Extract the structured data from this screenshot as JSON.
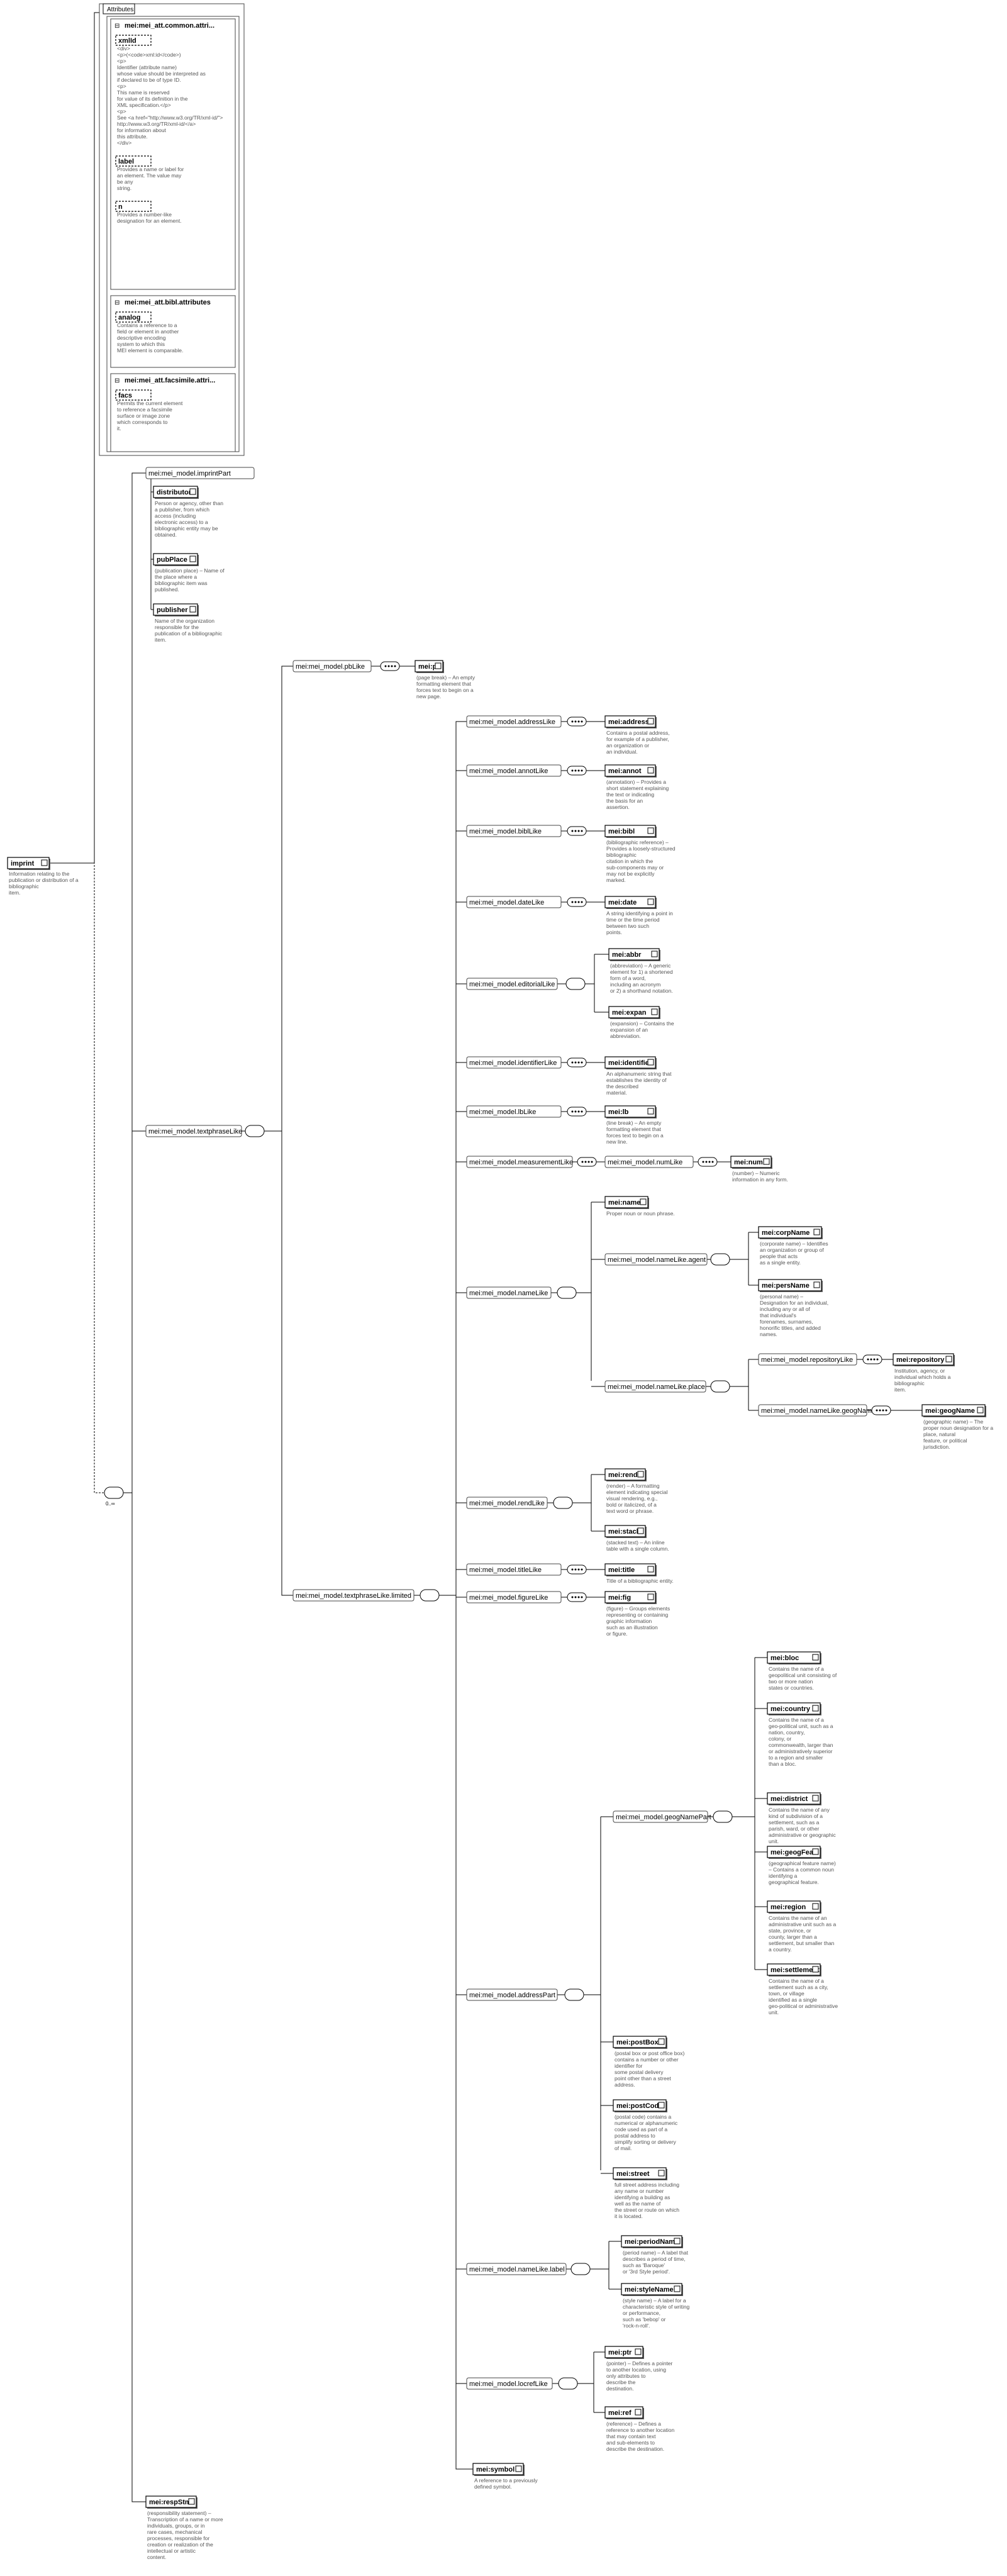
{
  "root": {
    "label": "imprint",
    "desc": [
      "Information relating to the",
      "publication or distribution of a",
      "bibliographic",
      "item."
    ]
  },
  "attributes": {
    "title": "Attributes",
    "groups": [
      {
        "label": "mei:mei_att.common.attri...",
        "items": [
          {
            "label": "xmlId",
            "desc": [
              "<div>",
              "<p>(<code>xml:id</code>)",
              "<p>",
              "Identifier (attribute name)",
              "whose value should be interpreted as",
              "if declared to be of type ID.",
              "<p>",
              "This name is reserved",
              "for value of its definition in the",
              "XML specification.</p>",
              "<p>",
              "See <a href=\"http://www.w3.org/TR/xml-id/\">",
              "http://www.w3.org/TR/xml-id/</a>",
              "for information about",
              "this attribute.",
              "</div>"
            ]
          },
          {
            "label": "label",
            "desc": [
              "Provides a name or label for",
              "an element. The value may",
              "be any",
              "string."
            ]
          },
          {
            "label": "n",
            "desc": [
              "Provides a number-like",
              "designation for an element."
            ]
          }
        ]
      },
      {
        "label": "mei:mei_att.bibl.attributes",
        "items": [
          {
            "label": "analog",
            "desc": [
              "Contains a reference to a",
              "field or element in another",
              "descriptive encoding",
              "system to which this",
              "MEI element is comparable."
            ]
          }
        ]
      },
      {
        "label": "mei:mei_att.facsimile.attri...",
        "items": [
          {
            "label": "facs",
            "desc": [
              "Permits the current element",
              "to reference a facsimile",
              "surface or image zone",
              "which corresponds to",
              "it."
            ]
          }
        ]
      }
    ]
  },
  "cardinality": {
    "many": "0..∞"
  },
  "imprintPart": {
    "label": "mei:mei_model.imprintPart",
    "items": [
      {
        "label": "distributor",
        "desc": [
          "Person or agency, other than",
          "a publisher, from which",
          "access (including",
          "electronic access) to a",
          "bibliographic entity may be",
          "obtained."
        ]
      },
      {
        "label": "pubPlace",
        "desc": [
          "(publication place) – Name of",
          "the place where a",
          "bibliographic item was",
          "published."
        ]
      },
      {
        "label": "publisher",
        "desc": [
          "Name of the organization",
          "responsible for the",
          "publication of a bibliographic",
          "item."
        ]
      }
    ]
  },
  "textphrase": {
    "label": "mei:mei_model.textphraseLike"
  },
  "pbLike": {
    "label": "mei:mei_model.pbLike",
    "child": "mei:pb",
    "desc": [
      "(page break) – An empty",
      "formatting element that",
      "forces text to begin on a",
      "new page."
    ]
  },
  "limited": {
    "label": "mei:mei_model.textphraseLike.limited"
  },
  "phraseRows": [
    {
      "group": "mei:mei_model.addressLike",
      "child": "mei:address",
      "desc": [
        "Contains a postal address,",
        "for example of a publisher,",
        "an organization or",
        "an individual."
      ]
    },
    {
      "group": "mei:mei_model.annotLike",
      "child": "mei:annot",
      "desc": [
        "(annotation) – Provides a",
        "short statement explaining",
        "the text or indicating",
        "the basis for an",
        "assertion."
      ]
    },
    {
      "group": "mei:mei_model.biblLike",
      "child": "mei:bibl",
      "desc": [
        "(bibliographic reference) –",
        "Provides a loosely-structured",
        "bibliographic",
        "citation in which the",
        "sub-components may or",
        "may not be explicitly",
        "marked."
      ]
    },
    {
      "group": "mei:mei_model.dateLike",
      "child": "mei:date",
      "desc": [
        "A string identifying a point in",
        "time or the time period",
        "between two such",
        "points."
      ]
    },
    {
      "group": "mei:mei_model.identifierLike",
      "child": "mei:identifier",
      "desc": [
        "An alphanumeric string that",
        "establishes the identity of",
        "the described",
        "material."
      ]
    },
    {
      "group": "mei:mei_model.lbLike",
      "child": "mei:lb",
      "desc": [
        "(line break) – An empty",
        "formatting element that",
        "forces text to begin on a",
        "new line."
      ]
    },
    {
      "group": "mei:mei_model.titleLike",
      "child": "mei:title",
      "desc": [
        "Title of a bibliographic entity."
      ]
    },
    {
      "group": "mei:mei_model.figureLike",
      "child": "mei:fig",
      "desc": [
        "(figure) – Groups elements",
        "representing or containing",
        "graphic information",
        "such as an illustration",
        "or figure."
      ]
    }
  ],
  "editorial": {
    "group": "mei:mei_model.editorialLike",
    "children": [
      {
        "label": "mei:abbr",
        "desc": [
          "(abbreviation) – A generic",
          "element for 1) a shortened",
          "form of a word,",
          "including an acronym",
          "or 2) a shorthand notation."
        ]
      },
      {
        "label": "mei:expan",
        "desc": [
          "(expansion) – Contains the",
          "expansion of an",
          "abbreviation."
        ]
      }
    ]
  },
  "measurement": {
    "group": "mei:mei_model.measurementLike",
    "sub": "mei:mei_model.numLike",
    "child": "mei:num",
    "desc": [
      "(number) – Numeric",
      "information in any form."
    ]
  },
  "nameLike": {
    "group": "mei:mei_model.nameLike",
    "name": {
      "label": "mei:name",
      "desc": [
        "Proper noun or noun phrase."
      ]
    },
    "agent": {
      "label": "mei:mei_model.nameLike.agent",
      "children": [
        {
          "label": "mei:corpName",
          "desc": [
            "(corporate name) – Identifies",
            "an organization or group of",
            "people that acts",
            "as a single entity."
          ]
        },
        {
          "label": "mei:persName",
          "desc": [
            "(personal name) –",
            "Designation for an individual,",
            "including any or all of",
            "that individual's",
            "forenames, surnames,",
            "honorific titles, and added",
            "names."
          ]
        }
      ]
    },
    "place": {
      "label": "mei:mei_model.nameLike.place",
      "repository": {
        "label": "mei:mei_model.repositoryLike",
        "child": "mei:repository",
        "desc": [
          "Institution, agency, or",
          "individual which holds a",
          "bibliographic",
          "item."
        ]
      },
      "geog": {
        "label": "mei:mei_model.nameLike.geogName",
        "child": "mei:geogName",
        "desc": [
          "(geographic name) – The",
          "proper noun designation for a",
          "place, natural",
          "feature, or political",
          "jurisdiction."
        ]
      }
    }
  },
  "rend": {
    "group": "mei:mei_model.rendLike",
    "children": [
      {
        "label": "mei:rend",
        "desc": [
          "(render) – A formatting",
          "element indicating special",
          "visual rendering, e.g.,",
          "bold or italicized, of a",
          "text word or phrase."
        ]
      },
      {
        "label": "mei:stack",
        "desc": [
          "(stacked text) – An inline",
          "table with a single column."
        ]
      }
    ]
  },
  "addressPart": {
    "group": "mei:mei_model.addressPart",
    "geog": {
      "label": "mei:mei_model.geogNamePart",
      "children": [
        {
          "label": "mei:bloc",
          "desc": [
            "Contains the name of a",
            "geopolitical unit consisting of",
            "two or more nation",
            "states or countries."
          ]
        },
        {
          "label": "mei:country",
          "desc": [
            "Contains the name of a",
            "geo-political unit, such as a",
            "nation, country,",
            "colony, or",
            "commonwealth, larger than",
            "or administratively superior",
            "to a region and smaller",
            "than a bloc."
          ]
        },
        {
          "label": "mei:district",
          "desc": [
            "Contains the name of any",
            "kind of subdivision of a",
            "settlement, such as a",
            "parish, ward, or other",
            "administrative or geographic",
            "unit."
          ]
        },
        {
          "label": "mei:geogFeat",
          "desc": [
            "(geographical feature name)",
            "– Contains a common noun",
            "identifying a",
            "geographical feature."
          ]
        },
        {
          "label": "mei:region",
          "desc": [
            "Contains the name of an",
            "administrative unit such as a",
            "state, province, or",
            "county, larger than a",
            "settlement, but smaller than",
            "a country."
          ]
        },
        {
          "label": "mei:settlement",
          "desc": [
            "Contains the name of a",
            "settlement such as a city,",
            "town, or village",
            "identified as a single",
            "geo-political or administrative",
            "unit."
          ]
        }
      ]
    },
    "others": [
      {
        "label": "mei:postBox",
        "desc": [
          "(postal box or post office box)",
          "contains a number or other",
          "identifier for",
          "some postal delivery",
          "point other than a street",
          "address."
        ]
      },
      {
        "label": "mei:postCode",
        "desc": [
          "(postal code) contains a",
          "numerical or alphanumeric",
          "code used as part of a",
          "postal address to",
          "simplify sorting or delivery",
          "of mail."
        ]
      },
      {
        "label": "mei:street",
        "desc": [
          "full street address including",
          "any name or number",
          "identifying a building as",
          "well as the name of",
          "the street or route on which",
          "it is located."
        ]
      }
    ]
  },
  "nameLabel": {
    "group": "mei:mei_model.nameLike.label",
    "children": [
      {
        "label": "mei:periodName",
        "desc": [
          "(period name) – A label that",
          "describes a period of time,",
          "such as 'Baroque'",
          "or '3rd Style period'."
        ]
      },
      {
        "label": "mei:styleName",
        "desc": [
          "(style name) – A label for a",
          "characteristic style of writing",
          "or performance,",
          "such as 'bebop' or",
          "'rock-n-roll'."
        ]
      }
    ]
  },
  "xref": {
    "group": "mei:mei_model.locrefLike",
    "children": [
      {
        "label": "mei:ptr",
        "desc": [
          "(pointer) – Defines a pointer",
          "to another location, using",
          "only attributes to",
          "describe the",
          "destination."
        ]
      },
      {
        "label": "mei:ref",
        "desc": [
          "(reference) – Defines a",
          "reference to another location",
          "that may contain text",
          "and sub-elements to",
          "describe the destination."
        ]
      }
    ]
  },
  "symbol": {
    "label": "mei:symbol",
    "desc": [
      "A reference to a previously",
      "defined symbol."
    ]
  },
  "respStmt": {
    "label": "mei:respStmt",
    "desc": [
      "(responsibility statement) –",
      "Transcription of a name or more",
      "individuals, groups, or in",
      "rare cases, mechanical",
      "processes, responsible for",
      "creation or realization of the",
      "intellectual or artistic",
      "content."
    ]
  }
}
